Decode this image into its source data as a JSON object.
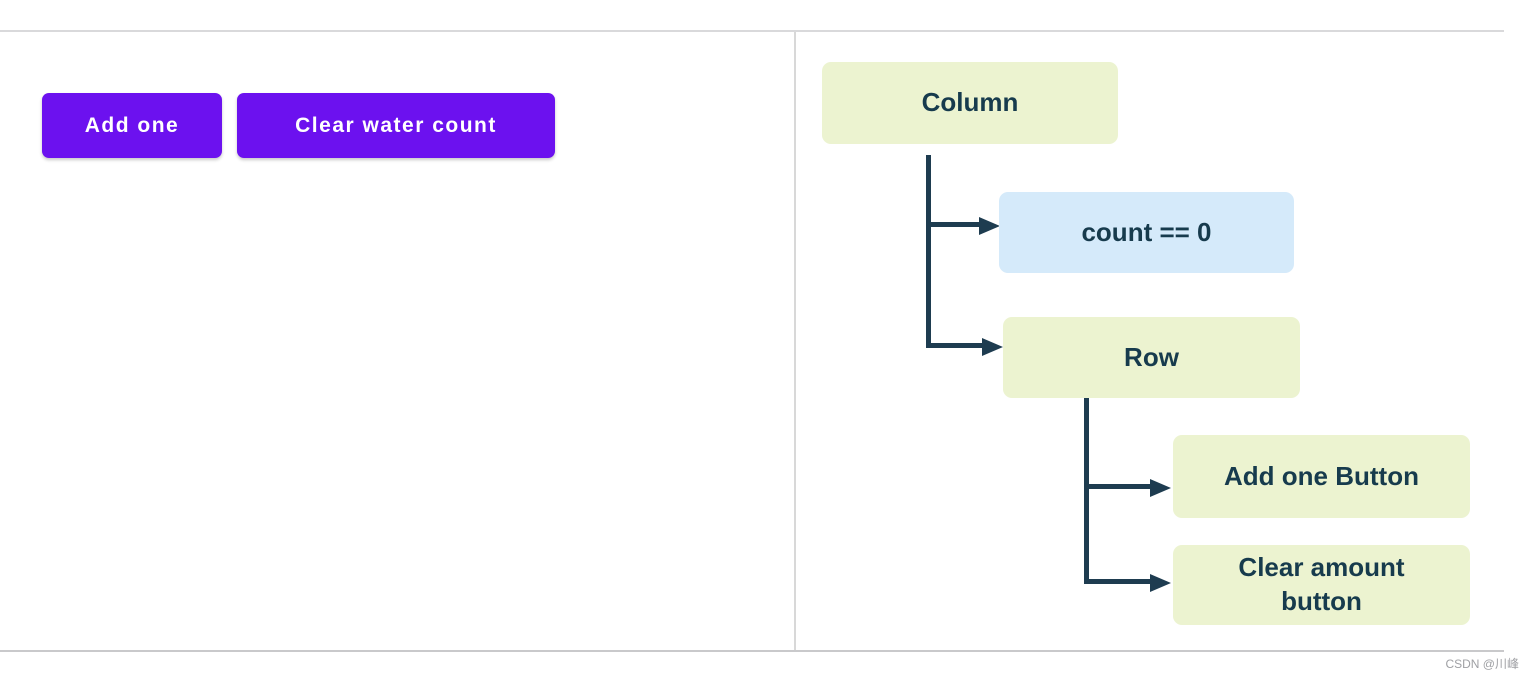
{
  "app_preview": {
    "buttons": [
      {
        "label": "Add one"
      },
      {
        "label": "Clear water count"
      }
    ],
    "button_color": "#6C11EF",
    "button_text_color": "#FFFFFF"
  },
  "widget_tree": {
    "nodes": [
      {
        "id": "column",
        "label": "Column",
        "fill": "#ECF3D0"
      },
      {
        "id": "count_check",
        "label": "count == 0",
        "fill": "#D5EAFA"
      },
      {
        "id": "row",
        "label": "Row",
        "fill": "#ECF3D0"
      },
      {
        "id": "add_button",
        "label": "Add one Button",
        "fill": "#ECF3D0"
      },
      {
        "id": "clear_button",
        "label": "Clear amount button",
        "fill": "#ECF3D0"
      }
    ],
    "edges": [
      {
        "from": "column",
        "to": "count_check"
      },
      {
        "from": "column",
        "to": "row"
      },
      {
        "from": "row",
        "to": "add_button"
      },
      {
        "from": "row",
        "to": "clear_button"
      }
    ],
    "node_text_color": "#173B4D",
    "connector_color": "#1E3C50"
  },
  "watermark": {
    "text": "CSDN @川峰"
  }
}
